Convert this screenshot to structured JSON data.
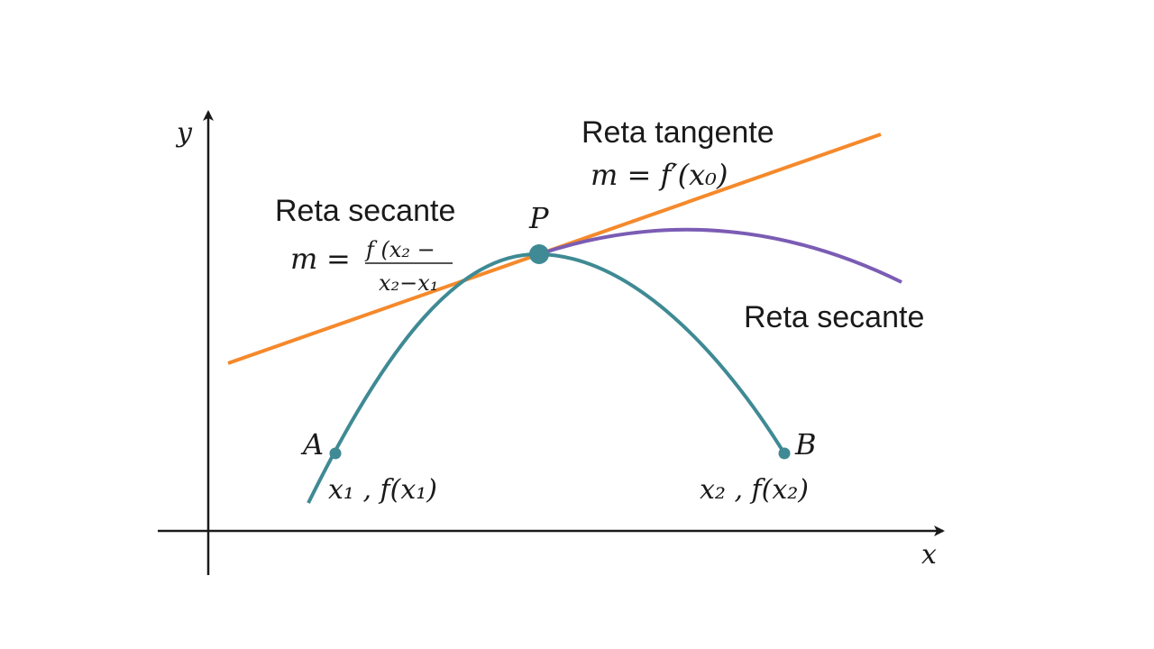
{
  "axes": {
    "x_label": "x",
    "y_label": "y"
  },
  "labels": {
    "tangent_title": "Reta tangente",
    "tangent_formula_m": "m",
    "tangent_formula_eq": "=",
    "tangent_formula_rhs": "f′(x₀)",
    "secant_left_title": "Reta secante",
    "secant_left_m": "m",
    "secant_left_eq": "=",
    "secant_left_num": "f (x₂ −",
    "secant_left_den": "x₂−x₁",
    "secant_right_title": "Reta secante",
    "point_p": "P",
    "point_a": "A",
    "point_b": "B",
    "coord_a": "x₁ , f(x₁)",
    "coord_b": "x₂ , f(x₂)"
  },
  "colors": {
    "curve": "#3f8a94",
    "tangent": "#f5892b",
    "secant": "#7b5cb4",
    "axis": "#1a1a1a"
  }
}
